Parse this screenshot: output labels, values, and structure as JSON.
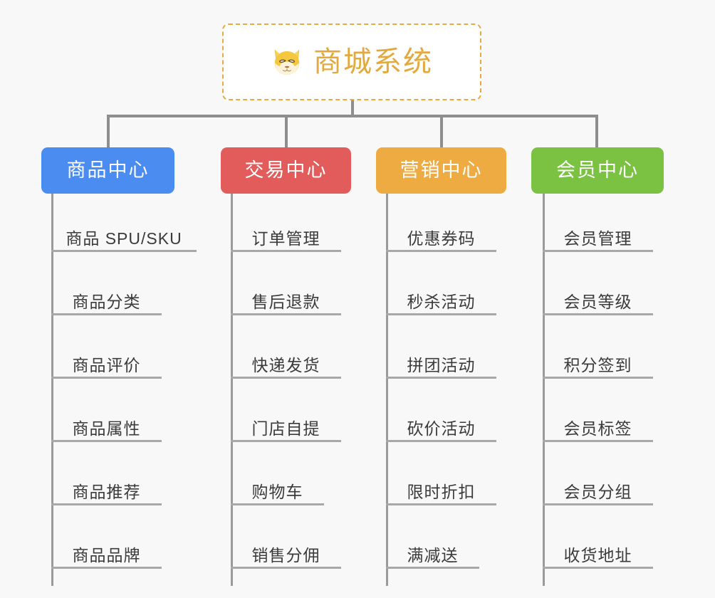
{
  "diagram": {
    "type": "org-chart",
    "background_color": "#f8f8f8",
    "root": {
      "title": "商城系统",
      "icon": "shiba-dog-icon",
      "text_color": "#e3a93f",
      "border_color": "#e9aa3f",
      "background_color": "#ffffff"
    },
    "connector_color": "#8e8e8e",
    "branches": [
      {
        "label": "商品中心",
        "color": "#4a8cf0",
        "items": [
          {
            "label": "商品 SPU/SKU"
          },
          {
            "label": "商品分类"
          },
          {
            "label": "商品评价"
          },
          {
            "label": "商品属性"
          },
          {
            "label": "商品推荐"
          },
          {
            "label": "商品品牌"
          }
        ]
      },
      {
        "label": "交易中心",
        "color": "#e35c5c",
        "items": [
          {
            "label": "订单管理"
          },
          {
            "label": "售后退款"
          },
          {
            "label": "快递发货"
          },
          {
            "label": "门店自提"
          },
          {
            "label": "购物车"
          },
          {
            "label": "销售分佣"
          }
        ]
      },
      {
        "label": "营销中心",
        "color": "#eeab42",
        "items": [
          {
            "label": "优惠券码"
          },
          {
            "label": "秒杀活动"
          },
          {
            "label": "拼团活动"
          },
          {
            "label": "砍价活动"
          },
          {
            "label": "限时折扣"
          },
          {
            "label": "满减送"
          }
        ]
      },
      {
        "label": "会员中心",
        "color": "#7cc242",
        "items": [
          {
            "label": "会员管理"
          },
          {
            "label": "会员等级"
          },
          {
            "label": "积分签到"
          },
          {
            "label": "会员标签"
          },
          {
            "label": "会员分组"
          },
          {
            "label": "收货地址"
          }
        ]
      }
    ]
  }
}
